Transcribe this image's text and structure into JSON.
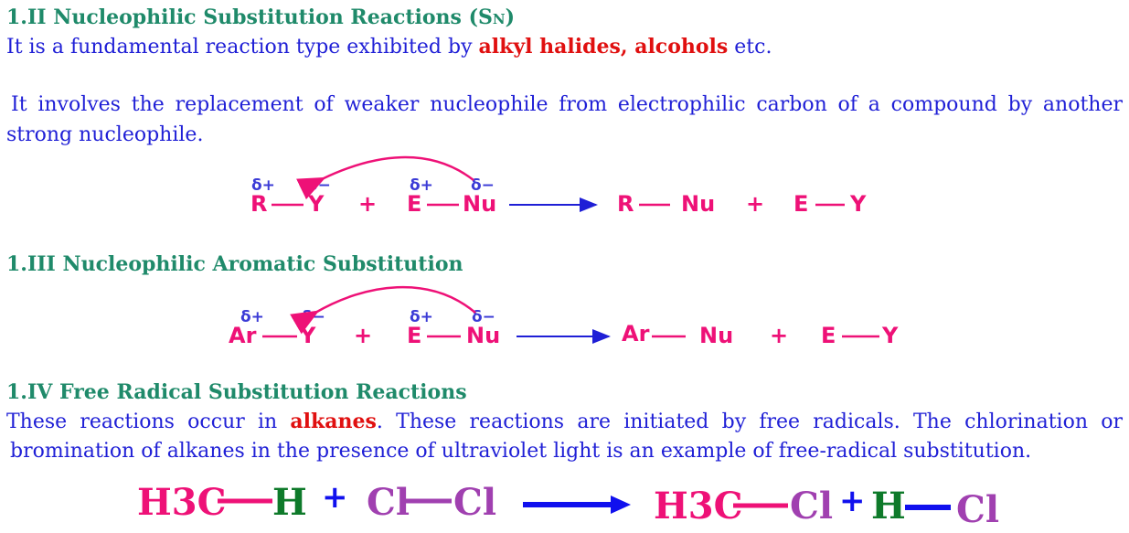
{
  "sec2": {
    "title_main": "1.II Nucleophilic Substitution Reactions (S",
    "title_sub": "N",
    "title_end": ")",
    "para1_before": "It is a fundamental reaction type exhibited by ",
    "para1_highlight": "alkyl halides, alcohols",
    "para1_after": " etc.",
    "para2_line1": "It involves the replacement of weaker nucleophile from electrophilic carbon of a compound by another",
    "para2_line2": "strong nucleophile.",
    "eq": {
      "d_plus_1": "δ+",
      "d_minus_1": "δ−",
      "d_plus_2": "δ+",
      "d_minus_2": "δ−",
      "r": "R",
      "y": "Y",
      "plus": "+",
      "e": "E",
      "nu": "Nu",
      "p_r": "R",
      "p_nu": "Nu",
      "plus2": "+",
      "p_e": "E",
      "p_y": "Y"
    }
  },
  "sec3": {
    "title": "1.III Nucleophilic Aromatic Substitution",
    "eq": {
      "d_plus_1": "δ+",
      "d_minus_1": "δ−",
      "d_plus_2": "δ+",
      "d_minus_2": "δ−",
      "ar": "Ar",
      "y": "Y",
      "plus": "+",
      "e": "E",
      "nu": "Nu",
      "p_ar": "Ar",
      "p_nu": "Nu",
      "plus2": "+",
      "p_e": "E",
      "p_y": "Y"
    }
  },
  "sec4": {
    "title": "1.IV Free Radical Substitution Reactions",
    "line1_before": "These reactions occur in ",
    "line1_highlight": "alkanes",
    "line1_after": ". These reactions are initiated by free radicals. The chlorination or",
    "line2": "bromination of alkanes in the presence of ultraviolet light is an example of free-radical substitution.",
    "eq": {
      "h3c": "H",
      "sub3": "3",
      "c": "C",
      "h": "H",
      "plus": "+",
      "cl1": "Cl",
      "cl2": "Cl",
      "p_h3c": "H",
      "p_sub3": "3",
      "p_c": "C",
      "p_cl": "Cl",
      "plus2": "+",
      "p_h": "H",
      "p_cl2": "Cl"
    }
  },
  "colors": {
    "heading": "#1f8a6a",
    "text": "#1f1fd6",
    "highlight": "#e01010",
    "magenta": "#ee1177",
    "purple": "#a040b0",
    "green": "#0e7a2a",
    "blue": "#1010ee"
  }
}
